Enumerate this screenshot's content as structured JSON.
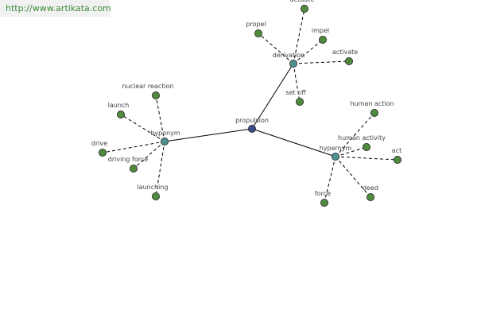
{
  "watermark": "http://www.artikata.com",
  "colors": {
    "root": "#3a4a8a",
    "relation": "#4f8f8f",
    "term": "#4f8a3e"
  },
  "graph": {
    "root": {
      "id": "propulsion",
      "label": "propulsion"
    },
    "relations": [
      {
        "id": "derivation",
        "label": "derivation"
      },
      {
        "id": "hyponym",
        "label": "hyponym"
      },
      {
        "id": "hypernym",
        "label": "hypernym"
      }
    ],
    "terms": [
      {
        "id": "actuate",
        "label": "actuate",
        "group": "derivation"
      },
      {
        "id": "propel",
        "label": "propel",
        "group": "derivation"
      },
      {
        "id": "impel",
        "label": "impel",
        "group": "derivation"
      },
      {
        "id": "activate",
        "label": "activate",
        "group": "derivation"
      },
      {
        "id": "set-off",
        "label": "set off",
        "group": "derivation"
      },
      {
        "id": "nuclear-reaction",
        "label": "nuclear reaction",
        "group": "hyponym"
      },
      {
        "id": "launch",
        "label": "launch",
        "group": "hyponym"
      },
      {
        "id": "drive",
        "label": "drive",
        "group": "hyponym"
      },
      {
        "id": "driving-force",
        "label": "driving force",
        "group": "hyponym"
      },
      {
        "id": "launching",
        "label": "launching",
        "group": "hyponym"
      },
      {
        "id": "human-action",
        "label": "human action",
        "group": "hypernym"
      },
      {
        "id": "human-activity",
        "label": "human activity",
        "group": "hypernym"
      },
      {
        "id": "act",
        "label": "act",
        "group": "hypernym"
      },
      {
        "id": "force",
        "label": "force",
        "group": "hypernym"
      },
      {
        "id": "deed",
        "label": "deed",
        "group": "hypernym"
      }
    ]
  }
}
